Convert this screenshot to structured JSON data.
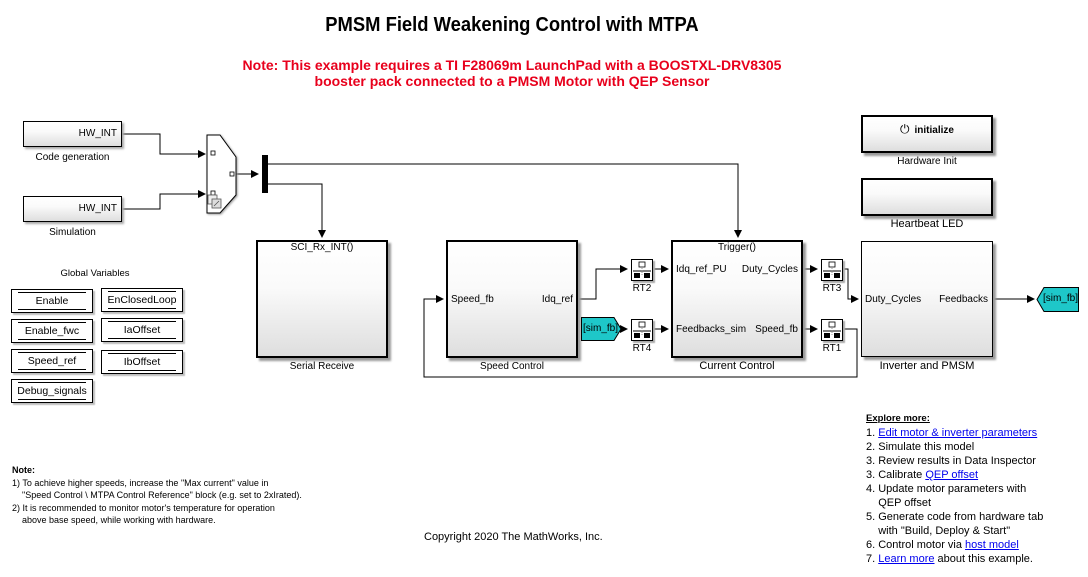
{
  "header": {
    "title": "PMSM Field Weakening Control with MTPA",
    "requirement_line1": "Note: This example requires a TI F28069m LaunchPad with a BOOSTXL-DRV8305",
    "requirement_line2": "booster pack connected to a PMSM Motor with QEP Sensor",
    "requirement_color": "#e8001c"
  },
  "blocks": {
    "code_generation": {
      "port": "HW_INT",
      "caption": "Code generation"
    },
    "simulation": {
      "port": "HW_INT",
      "caption": "Simulation"
    },
    "serial_receive": {
      "trigger": "SCI_Rx_INT()",
      "caption": "Serial Receive"
    },
    "speed_control": {
      "in": "Speed_fb",
      "out": "Idq_ref",
      "caption": "Speed Control"
    },
    "current_control": {
      "trigger": "Trigger()",
      "in1": "Idq_ref_PU",
      "in2": "Feedbacks_sim",
      "out1": "Duty_Cycles",
      "out2": "Speed_fb",
      "caption": "Current Control"
    },
    "inverter_pmsm": {
      "in": "Duty_Cycles",
      "out": "Feedbacks",
      "caption": "Inverter and PMSM"
    },
    "hardware_init": {
      "label": "initialize",
      "icon": "power-icon",
      "caption": "Hardware Init"
    },
    "heartbeat": {
      "caption": "Heartbeat LED"
    },
    "rate_transitions": {
      "rt1": "RT1",
      "rt2": "RT2",
      "rt3": "RT3",
      "rt4": "RT4"
    },
    "from_tag": "[sim_fb]",
    "goto_tag": "[sim_fb]",
    "tag_color": "#1ec7c9"
  },
  "global_variables": {
    "title": "Global Variables",
    "items": [
      "Enable",
      "EnClosedLoop",
      "Enable_fwc",
      "IaOffset",
      "Speed_ref",
      "IbOffset",
      "Debug_signals"
    ]
  },
  "notes": {
    "heading": "Note:",
    "lines": [
      "1) To achieve higher speeds, increase the \"Max current\" value in",
      "    \"Speed Control \\ MTPA Control Reference\" block (e.g. set to 2xIrated).",
      "2) It is recommended to monitor motor's temperature for operation",
      "    above base speed, while working with hardware."
    ]
  },
  "explore": {
    "heading": "Explore more:",
    "items": [
      {
        "prefix": "1. ",
        "link": "Edit motor & inverter parameters",
        "suffix": ""
      },
      {
        "prefix": "2. Simulate this model",
        "link": "",
        "suffix": ""
      },
      {
        "prefix": "3. Review results in Data Inspector",
        "link": "",
        "suffix": ""
      },
      {
        "prefix": "3. Calibrate ",
        "link": "QEP offset",
        "suffix": ""
      },
      {
        "prefix": "4. Update motor parameters with",
        "link": "",
        "suffix": ""
      },
      {
        "prefix": "    QEP offset",
        "link": "",
        "suffix": ""
      },
      {
        "prefix": "5. Generate code from hardware tab",
        "link": "",
        "suffix": ""
      },
      {
        "prefix": "    with \"Build, Deploy & Start\"",
        "link": "",
        "suffix": ""
      },
      {
        "prefix": "6. Control motor via ",
        "link": "host model",
        "suffix": ""
      },
      {
        "prefix": "7. ",
        "link": "Learn more",
        "suffix": " about this example."
      }
    ]
  },
  "footer": {
    "copyright": "Copyright 2020 The MathWorks, Inc."
  }
}
